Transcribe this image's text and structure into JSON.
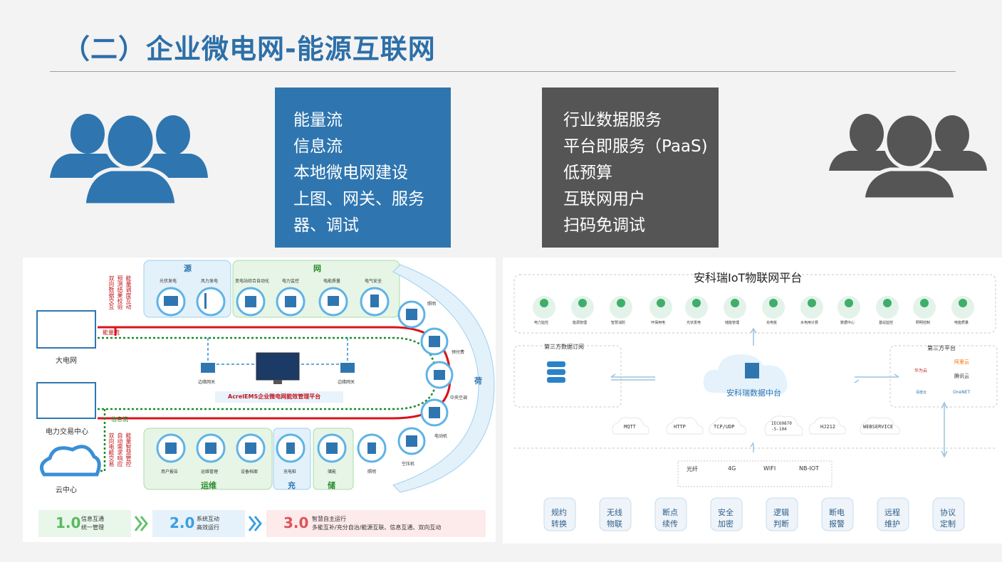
{
  "title": "（二）企业微电网-能源互联网",
  "blue_box": {
    "lines": [
      "能量流",
      "信息流",
      "本地微电网建设",
      "上图、网关、服务",
      "器、调试"
    ]
  },
  "gray_box": {
    "lines": [
      "行业数据服务",
      "平台即服务（PaaS)",
      "低预算",
      "互联网用户",
      "扫码免调试"
    ]
  },
  "colors": {
    "blue": "#2f76b0",
    "gray": "#555555",
    "title": "#2d6fa8"
  },
  "left_diagram": {
    "section_yuan": "源",
    "section_wang": "网",
    "section_he": "荷",
    "section_yunwei": "运维",
    "section_chong": "充",
    "section_chu": "储",
    "top_icons": [
      "光伏发电",
      "风力发电",
      "变电站综合自动化",
      "电力监控",
      "电能质量",
      "电气安全"
    ],
    "right_icons": [
      "照明",
      "预付费",
      "中央空调",
      "电动机",
      "空压机"
    ],
    "bottom_icons": [
      "用户报告",
      "运维管理",
      "设备档案",
      "充电桩",
      "储能",
      "照明"
    ],
    "nodes": [
      "大电网",
      "电力交易中心",
      "云中心"
    ],
    "energy_flow": "能量流",
    "info_flow": "信息流",
    "gateway_left": "边缘网关",
    "gateway_right": "边缘网关",
    "platform": "AcrelEMS企业微电网能效管理平台",
    "vertical_top": [
      "双向数据交互",
      "预测结果校验",
      "能量调度互动"
    ],
    "vertical_bottom": [
      "双向电能交易",
      "自动需求响应",
      "能量智慧管控"
    ],
    "stages": [
      {
        "num": "1.0",
        "line1": "信息互通",
        "line2": "统一管理"
      },
      {
        "num": "2.0",
        "line1": "系统互动",
        "line2": "高效运行"
      },
      {
        "num": "3.0",
        "line1": "智慧自主运行",
        "line2": "多能互补/充分自治/能源互联、信息互通、双向互动"
      }
    ]
  },
  "right_diagram": {
    "platform_title": "安科瑞IoT物联网平台",
    "apps": [
      "电力监控",
      "能源管理",
      "智慧消防",
      "环保用电",
      "光伏发电",
      "储能管理",
      "充电桩",
      "水电用计费",
      "数据中心",
      "基站监控",
      "照明控制",
      "电能质量"
    ],
    "third_party_sub": "第三方数据订阅",
    "third_party_platform": "第三方平台",
    "data_center": "安科瑞数据中台",
    "cloud_vendors": [
      "华为云",
      "阿里云",
      "腾讯云",
      "百度云",
      "OneNET"
    ],
    "protocols": [
      "MQTT",
      "HTTP",
      "TCP/UDP",
      "IEC60870\n-5-104",
      "HJ212",
      "WEBSERVICE"
    ],
    "links": [
      "光纤",
      "4G",
      "WIFI",
      "NB-IOT"
    ],
    "features": [
      [
        "规约",
        "转换"
      ],
      [
        "无线",
        "物联"
      ],
      [
        "断点",
        "续传"
      ],
      [
        "安全",
        "加密"
      ],
      [
        "逻辑",
        "判断"
      ],
      [
        "断电",
        "报警"
      ],
      [
        "远程",
        "维护"
      ],
      [
        "协议",
        "定制"
      ]
    ]
  }
}
